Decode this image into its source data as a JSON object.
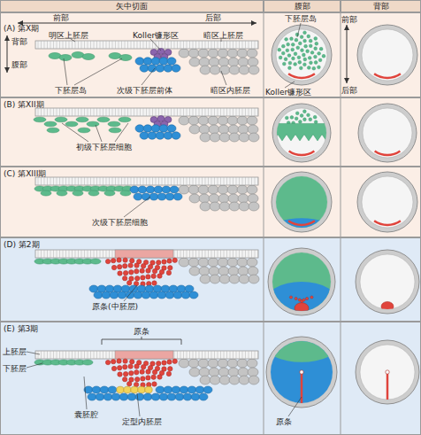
{
  "diagram": {
    "nodes": [
      {
        "text": [
          "矢中切面"
        ]
      },
      {
        "text": [
          "腹部"
        ]
      },
      {
        "text": [
          "背部"
        ]
      },
      {
        "text": [
          "(A) 第X期"
        ]
      },
      {
        "text": [
          "(B) 第XII期"
        ]
      },
      {
        "text": [
          "(C) 第XIII期"
        ]
      },
      {
        "text": [
          "(D) 第2期"
        ]
      },
      {
        "text": [
          "(E) 第3期"
        ]
      }
    ],
    "labels": [
      "前部",
      "后部",
      "背部",
      "腹部",
      "明区上胚层",
      "Koller镰形区",
      "暗区上胚层",
      "下胚层岛",
      "次级下胚层前体",
      "暗区内胚层",
      "下胚层岛",
      "前部",
      "后部",
      "Koller镰形区",
      "初级下胚层细胞",
      "次级下胚层细胞",
      "原条(中胚层)",
      "原条",
      "上胚层",
      "下胚层",
      "囊胚腔",
      "定型内胚层",
      "原条"
    ]
  }
}
